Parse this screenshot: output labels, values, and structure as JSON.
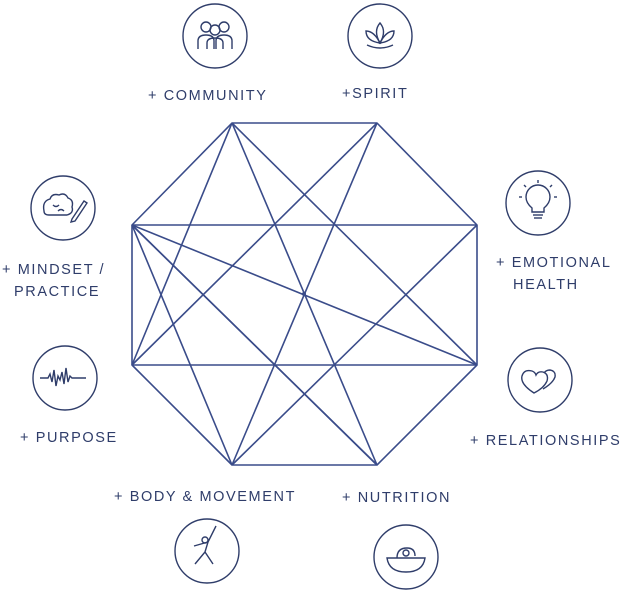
{
  "colors": {
    "line": "#3a4c8a",
    "text": "#2f3d6a",
    "icon": "#2f3d6a"
  },
  "labels": {
    "community": "+ COMMUNITY",
    "spirit": "+SPIRIT",
    "emotional_1": "+ EMOTIONAL",
    "emotional_2": "HEALTH",
    "mindset_1": "+ MINDSET /",
    "mindset_2": "PRACTICE",
    "purpose": "+ PURPOSE",
    "relationships": "+ RELATIONSHIPS",
    "body": "+ BODY & MOVEMENT",
    "nutrition": "+ NUTRITION"
  },
  "icons": {
    "community": "people-group-icon",
    "spirit": "lotus-icon",
    "emotional": "lightbulb-icon",
    "mindset": "brain-pencil-icon",
    "purpose": "waveform-icon",
    "relationships": "hearts-icon",
    "body": "yoga-pose-icon",
    "nutrition": "bowl-icon"
  }
}
